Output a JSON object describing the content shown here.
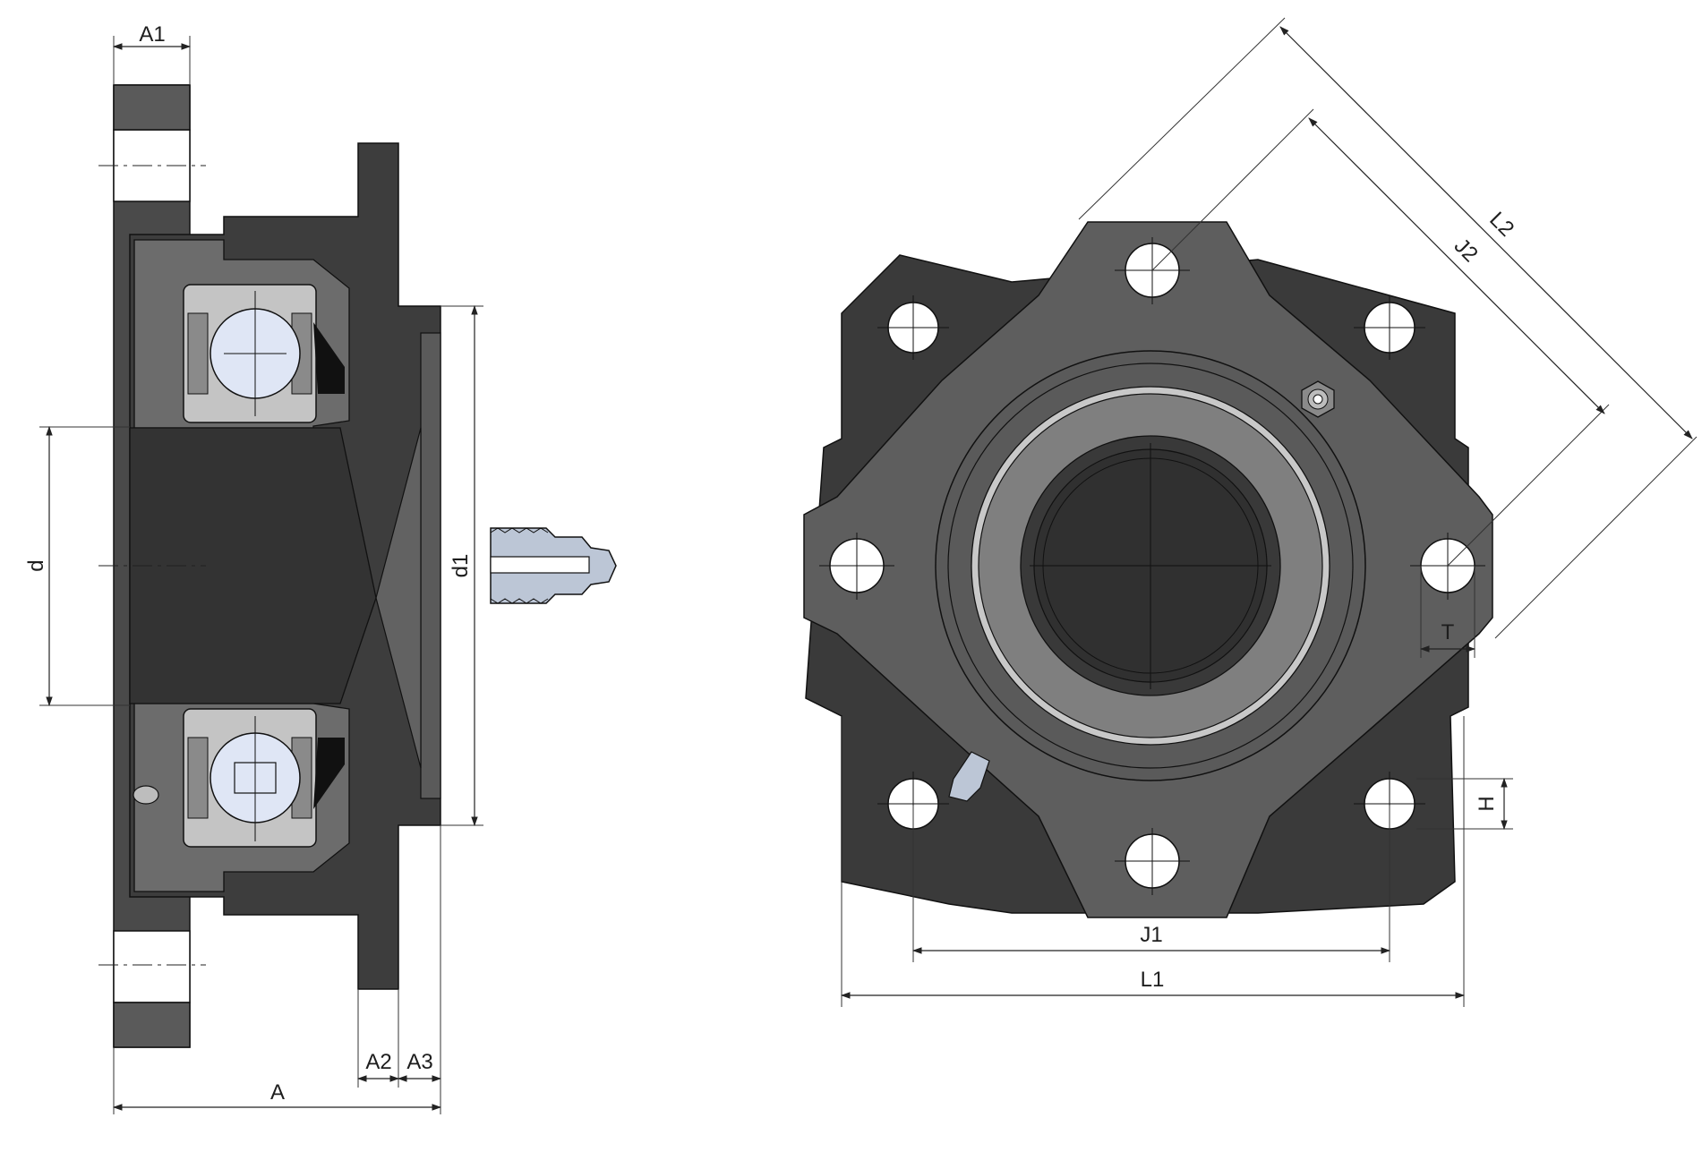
{
  "drawing": {
    "side_view": {
      "dimensions": {
        "a1": "A1",
        "a2": "A2",
        "a3": "A3",
        "a": "A",
        "d": "d",
        "d1": "d1"
      }
    },
    "front_view": {
      "dimensions": {
        "l2": "L2",
        "j2": "J2",
        "t": "T",
        "h": "H",
        "j1": "J1",
        "l1": "L1"
      }
    }
  },
  "colors": {
    "background": "#ffffff",
    "flange_dark": "#3a3a3a",
    "housing_mid": "#5e5e5e",
    "bearing_grey": "#bfbfbf",
    "ball_blue": "#dfe6f5",
    "hole_white": "#ffffff",
    "line": "#1e1e1e"
  }
}
